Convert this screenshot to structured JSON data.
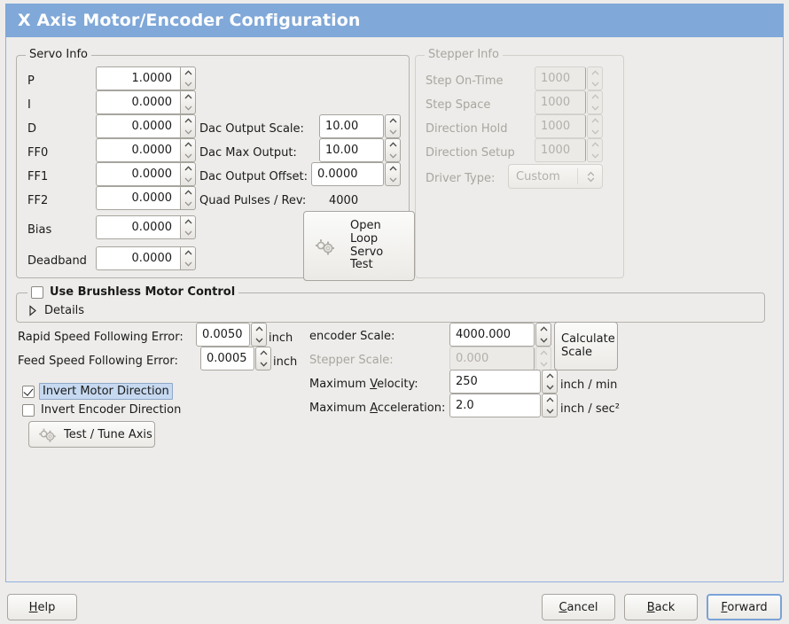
{
  "window": {
    "title": "X Axis Motor/Encoder Configuration",
    "title_bg": "#80a8d8",
    "body_bg": "#edecea"
  },
  "servo_info": {
    "legend": "Servo Info",
    "rows": [
      {
        "label": "P",
        "value": "1.0000"
      },
      {
        "label": "I",
        "value": "0.0000"
      },
      {
        "label": "D",
        "value": "0.0000"
      },
      {
        "label": "FF0",
        "value": "0.0000"
      },
      {
        "label": "FF1",
        "value": "0.0000"
      },
      {
        "label": "FF2",
        "value": "0.0000"
      },
      {
        "label": "Bias",
        "value": "0.0000"
      },
      {
        "label": "Deadband",
        "value": "0.0000"
      }
    ],
    "dac": [
      {
        "label": "Dac Output Scale:",
        "value": "10.00"
      },
      {
        "label": "Dac Max Output:",
        "value": "10.00"
      },
      {
        "label": "Dac Output Offset:",
        "value": "0.0000"
      }
    ],
    "quad_pulses_label": "Quad Pulses / Rev:",
    "quad_pulses_value": "4000",
    "open_loop_button": [
      "Open",
      "Loop",
      "Servo",
      "Test"
    ]
  },
  "stepper_info": {
    "legend": "Stepper Info",
    "enabled": false,
    "rows": [
      {
        "label": "Step On-Time",
        "value": "1000"
      },
      {
        "label": "Step Space",
        "value": "1000"
      },
      {
        "label": "Direction Hold",
        "value": "1000"
      },
      {
        "label": "Direction Setup",
        "value": "1000"
      }
    ],
    "driver_type_label": "Driver Type:",
    "driver_type_value": "Custom"
  },
  "brushless": {
    "checkbox_label": "Use Brushless Motor Control",
    "checked": false,
    "details_label": "Details",
    "expanded": false
  },
  "tuning": {
    "rapid_label": "Rapid Speed Following Error:",
    "rapid_value": "0.0050",
    "rapid_unit": "inch",
    "feed_label": "Feed Speed Following Error:",
    "feed_value": "0.0005",
    "feed_unit": "inch",
    "invert_motor_label": "Invert Motor Direction",
    "invert_motor_checked": true,
    "invert_encoder_label": "Invert Encoder Direction",
    "invert_encoder_checked": false,
    "test_tune_label": "Test / Tune Axis"
  },
  "scale": {
    "encoder_scale_label": "encoder Scale:",
    "encoder_scale_value": "4000.000",
    "stepper_scale_label": "Stepper Scale:",
    "stepper_scale_value": "0.000",
    "stepper_scale_enabled": false,
    "calculate_button": [
      "Calculate",
      "Scale"
    ],
    "max_velocity_label_pre": "Maximum ",
    "max_velocity_label_mn": "V",
    "max_velocity_label_post": "elocity:",
    "max_velocity_value": "250",
    "max_velocity_unit": "inch / min",
    "max_accel_label_pre": "Maximum ",
    "max_accel_label_mn": "A",
    "max_accel_label_post": "cceleration:",
    "max_accel_value": "2.0",
    "max_accel_unit": "inch / sec²"
  },
  "actions": {
    "help_pre": "",
    "help_mn": "H",
    "help_post": "elp",
    "cancel_pre": "",
    "cancel_mn": "C",
    "cancel_post": "ancel",
    "back_pre": "",
    "back_mn": "B",
    "back_post": "ack",
    "forward_pre": "",
    "forward_mn": "F",
    "forward_post": "orward"
  }
}
